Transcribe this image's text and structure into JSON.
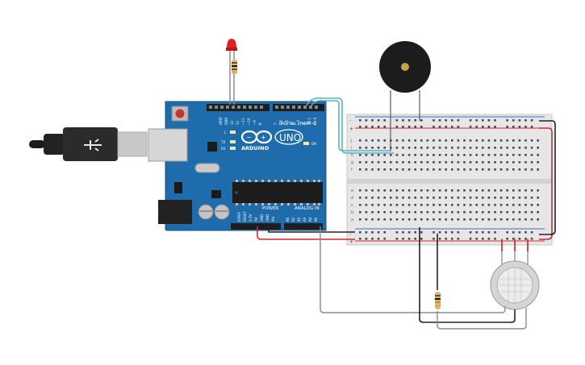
{
  "board": {
    "brand": "ARDUINO",
    "model": "UNO",
    "digital_label": "DIGITAL (PWM~)",
    "power_label": "POWER",
    "analog_label": "ANALOG IN",
    "on_label": "ON",
    "l_label": "L",
    "tx_label": "TX",
    "rx_label": "RX",
    "top_pin_labels": [
      "AREF",
      "GND",
      "13",
      "12",
      "~11",
      "~10",
      "~9",
      "8",
      "7",
      "~6",
      "~5",
      "4",
      "~3",
      "2",
      "TX 1",
      "RX 0"
    ],
    "power_pin_labels": [
      "IOREF",
      "RESET",
      "3.3V",
      "5V",
      "GND",
      "GND",
      "Vin"
    ],
    "analog_pin_labels": [
      "A0",
      "A1",
      "A2",
      "A3",
      "A4",
      "A5"
    ]
  },
  "breadboard": {
    "columns": 30,
    "row_letters_top": [
      "j",
      "i",
      "h",
      "g",
      "f"
    ],
    "row_letters_bottom": [
      "e",
      "d",
      "c",
      "b",
      "a"
    ],
    "rail_plus": "+",
    "rail_minus": "-"
  },
  "components": [
    "usb-cable",
    "led-red",
    "resistor",
    "piezo-buzzer",
    "gas-sensor"
  ],
  "colors": {
    "board": "#1f6cad",
    "board_dark": "#155a93",
    "wire_teal": "#5fb3bd",
    "wire_red": "#d8262e",
    "wire_black": "#222222",
    "wire_gray": "#8a8a8a",
    "led": "#e02020"
  }
}
